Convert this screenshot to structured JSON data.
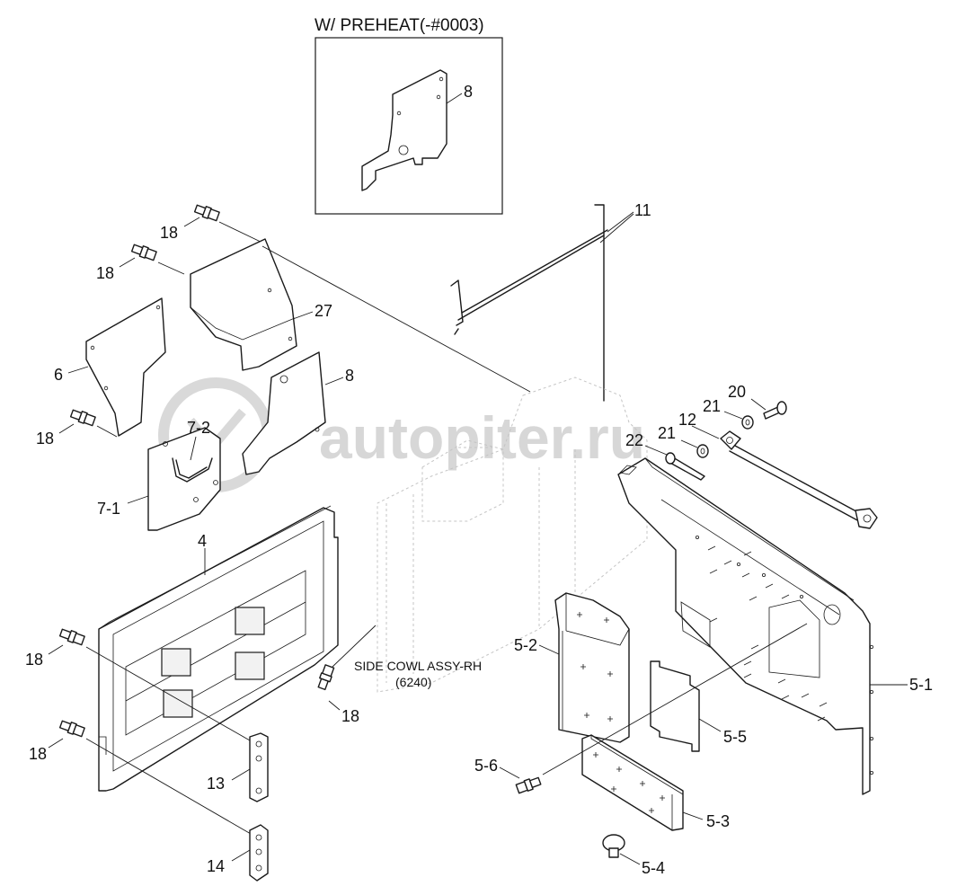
{
  "inset": {
    "title": "W/ PREHEAT(-#0003)"
  },
  "callouts": {
    "p8_inset": "8",
    "p11": "11",
    "p18_a": "18",
    "p18_b": "18",
    "p18_c": "18",
    "p18_d": "18",
    "p18_e": "18",
    "p18_f": "18",
    "p27": "27",
    "p6": "6",
    "p8": "8",
    "p7_2": "7-2",
    "p7_1": "7-1",
    "p4": "4",
    "p20": "20",
    "p21_a": "21",
    "p21_b": "21",
    "p12": "12",
    "p22": "22",
    "p5_1": "5-1",
    "p5_2": "5-2",
    "p5_3": "5-3",
    "p5_4": "5-4",
    "p5_5": "5-5",
    "p5_6": "5-6",
    "p13": "13",
    "p14": "14"
  },
  "assembly_note": {
    "line1": "SIDE COWL ASSY-RH",
    "line2": "(6240)"
  },
  "watermark": {
    "text": "autopiter.ru"
  }
}
